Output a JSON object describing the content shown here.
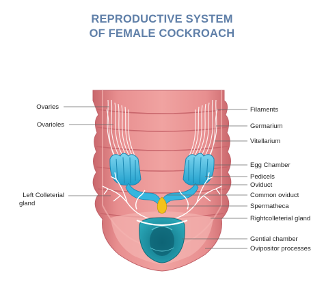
{
  "title": {
    "line1": "REPRODUCTIVE SYSTEM",
    "line2": "OF FEMALE COCKROACH"
  },
  "labels_left": {
    "ovaries": "Ovaries",
    "ovarioles": "Ovarioles",
    "left_colleterial_1": "Left Colleterial",
    "left_colleterial_2": "gland"
  },
  "labels_right": {
    "filaments": "Filaments",
    "germarium": "Germarium",
    "vitellarium": "Vitellarium",
    "egg_chamber": "Egg Chamber",
    "pedicels": "Pedicels",
    "oviduct": "Oviduct",
    "common_oviduct": "Common oviduct",
    "spermatheca": "Spermatheca",
    "right_colleterial": "Rightcolleterial gland",
    "genital_chamber": "Gential chamber",
    "ovipositor": "Ovipositor processes"
  },
  "colors": {
    "title": "#5f7fa8",
    "body_pink": "#e88f90",
    "body_dark": "#c9676c",
    "ovary_blue": "#35b6df",
    "chamber_teal": "#1f8fa0",
    "spermatheca": "#f2c21b",
    "line": "#555555"
  }
}
